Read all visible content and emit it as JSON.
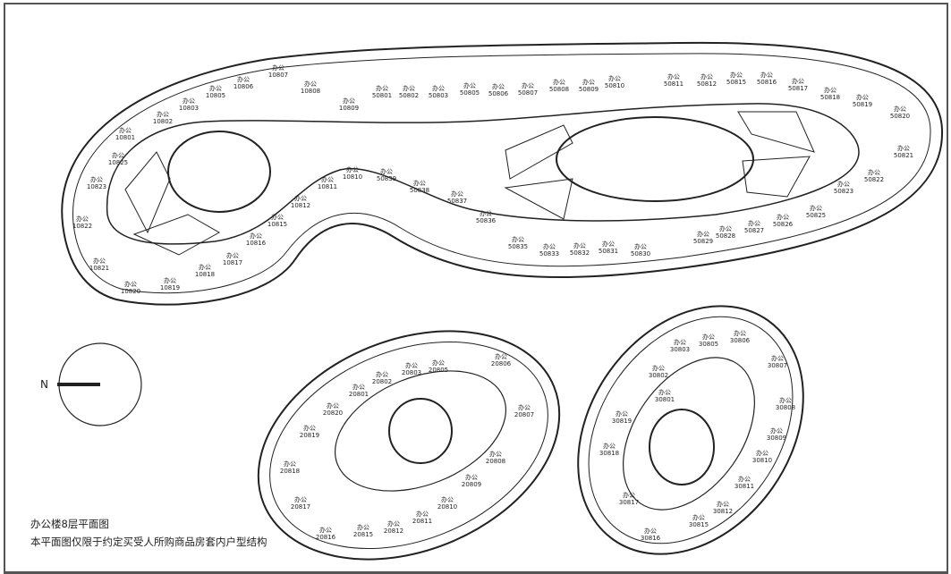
{
  "caption": {
    "title": "办公楼8层平面图",
    "note": "本平面图仅限于约定买受人所购商品房套内户型结构"
  },
  "compass": {
    "north_label": "N"
  },
  "unit_type": "办公",
  "buildings": [
    {
      "name": "building-1",
      "units": [
        "10801",
        "10802",
        "10803",
        "10805",
        "10806",
        "10807",
        "10808",
        "10809",
        "50801",
        "50802",
        "50803",
        "50805",
        "50806",
        "50807",
        "50808",
        "50809",
        "50810",
        "50811",
        "50812",
        "50815",
        "50816",
        "50817",
        "50818",
        "50819",
        "50820",
        "50821",
        "50822",
        "50823",
        "50825",
        "50826",
        "50827",
        "50828",
        "50829",
        "50830",
        "50831",
        "50832",
        "50833",
        "50835",
        "50836",
        "50837",
        "50838",
        "50839",
        "10810",
        "10811",
        "10812",
        "10815",
        "10816",
        "10817",
        "10818",
        "10819",
        "10820",
        "10821",
        "10822",
        "10823",
        "10825"
      ]
    },
    {
      "name": "building-2",
      "units": [
        "20801",
        "20802",
        "20803",
        "20805",
        "20806",
        "20807",
        "20808",
        "20809",
        "20810",
        "20811",
        "20812",
        "20815",
        "20816",
        "20817",
        "20818",
        "20819",
        "20820"
      ]
    },
    {
      "name": "building-3",
      "units": [
        "30801",
        "30802",
        "30803",
        "30805",
        "30806",
        "30807",
        "30808",
        "30809",
        "30810",
        "30811",
        "30812",
        "30815",
        "30816",
        "30817",
        "30818",
        "30819"
      ]
    }
  ]
}
